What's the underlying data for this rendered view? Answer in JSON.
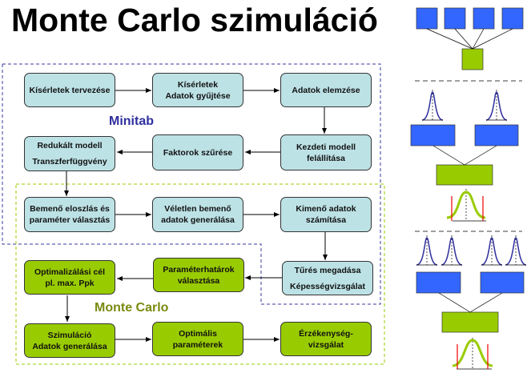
{
  "title": "Monte Carlo szimuláció",
  "labels": {
    "minitab": "Minitab",
    "monte_carlo": "Monte Carlo"
  },
  "boxes": [
    {
      "l1": "Kísérletek tervezése",
      "l2": ""
    },
    {
      "l1": "Kísérletek",
      "l2": "Adatok gyűjtése"
    },
    {
      "l1": "Adatok elemzése",
      "l2": ""
    },
    {
      "l1": "Kezdeti modell",
      "l2": "felállítása"
    },
    {
      "l1": "Faktorok szűrése",
      "l2": ""
    },
    {
      "l1": "Redukált modell",
      "l2": "Transzferfüggvény"
    },
    {
      "l1": "Bemenő eloszlás és",
      "l2": "paraméter választás"
    },
    {
      "l1": "Véletlen bemenő",
      "l2": "adatok generálása"
    },
    {
      "l1": "Kimenő adatok",
      "l2": "számítása"
    },
    {
      "l1": "Tűrés megadása",
      "l2": "Képességvizsgálat"
    },
    {
      "l1": "Paraméterhatárok",
      "l2": "választása"
    },
    {
      "l1": "Optimalizálási cél",
      "l2": "pl. max. Ppk"
    },
    {
      "l1": "Szimuláció",
      "l2": "Adatok generálása"
    },
    {
      "l1": "Optimális",
      "l2": "paraméterek"
    },
    {
      "l1": "Érzékenység-",
      "l2": "vizsgálat"
    }
  ],
  "colors": {
    "blue_box": "#bde2e6",
    "green_box": "#99cc00",
    "minitab": "#2e2e9e",
    "monte_carlo": "#7a8a10",
    "square_blue": "#3366ff"
  }
}
